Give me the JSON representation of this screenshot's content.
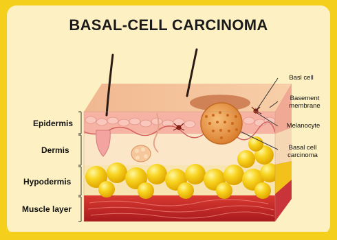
{
  "title": "BASAL-CELL CARCINOMA",
  "layers": [
    {
      "id": "epidermis",
      "label": "Epidermis"
    },
    {
      "id": "dermis",
      "label": "Dermis"
    },
    {
      "id": "hypodermis",
      "label": "Hypodermis"
    },
    {
      "id": "muscle",
      "label": "Muscle layer"
    }
  ],
  "callouts": [
    {
      "id": "basal-cell",
      "label": "Basl cell"
    },
    {
      "id": "basement-membrane",
      "label": "Basement membrane"
    },
    {
      "id": "melanocyte",
      "label": "Melanocyte"
    },
    {
      "id": "bcc",
      "label": "Basal cell carcinoma"
    }
  ],
  "colors": {
    "frame": "#f4cf1c",
    "panel": "#fdf0c2",
    "border": "#8b3a1a",
    "skin_top": "#f3bd98",
    "epidermis": "#f6b3a4",
    "dermis": "#fbe3c5",
    "fat": "#f8d21a",
    "muscle": "#c8262a",
    "tumor": "#e8903a"
  }
}
